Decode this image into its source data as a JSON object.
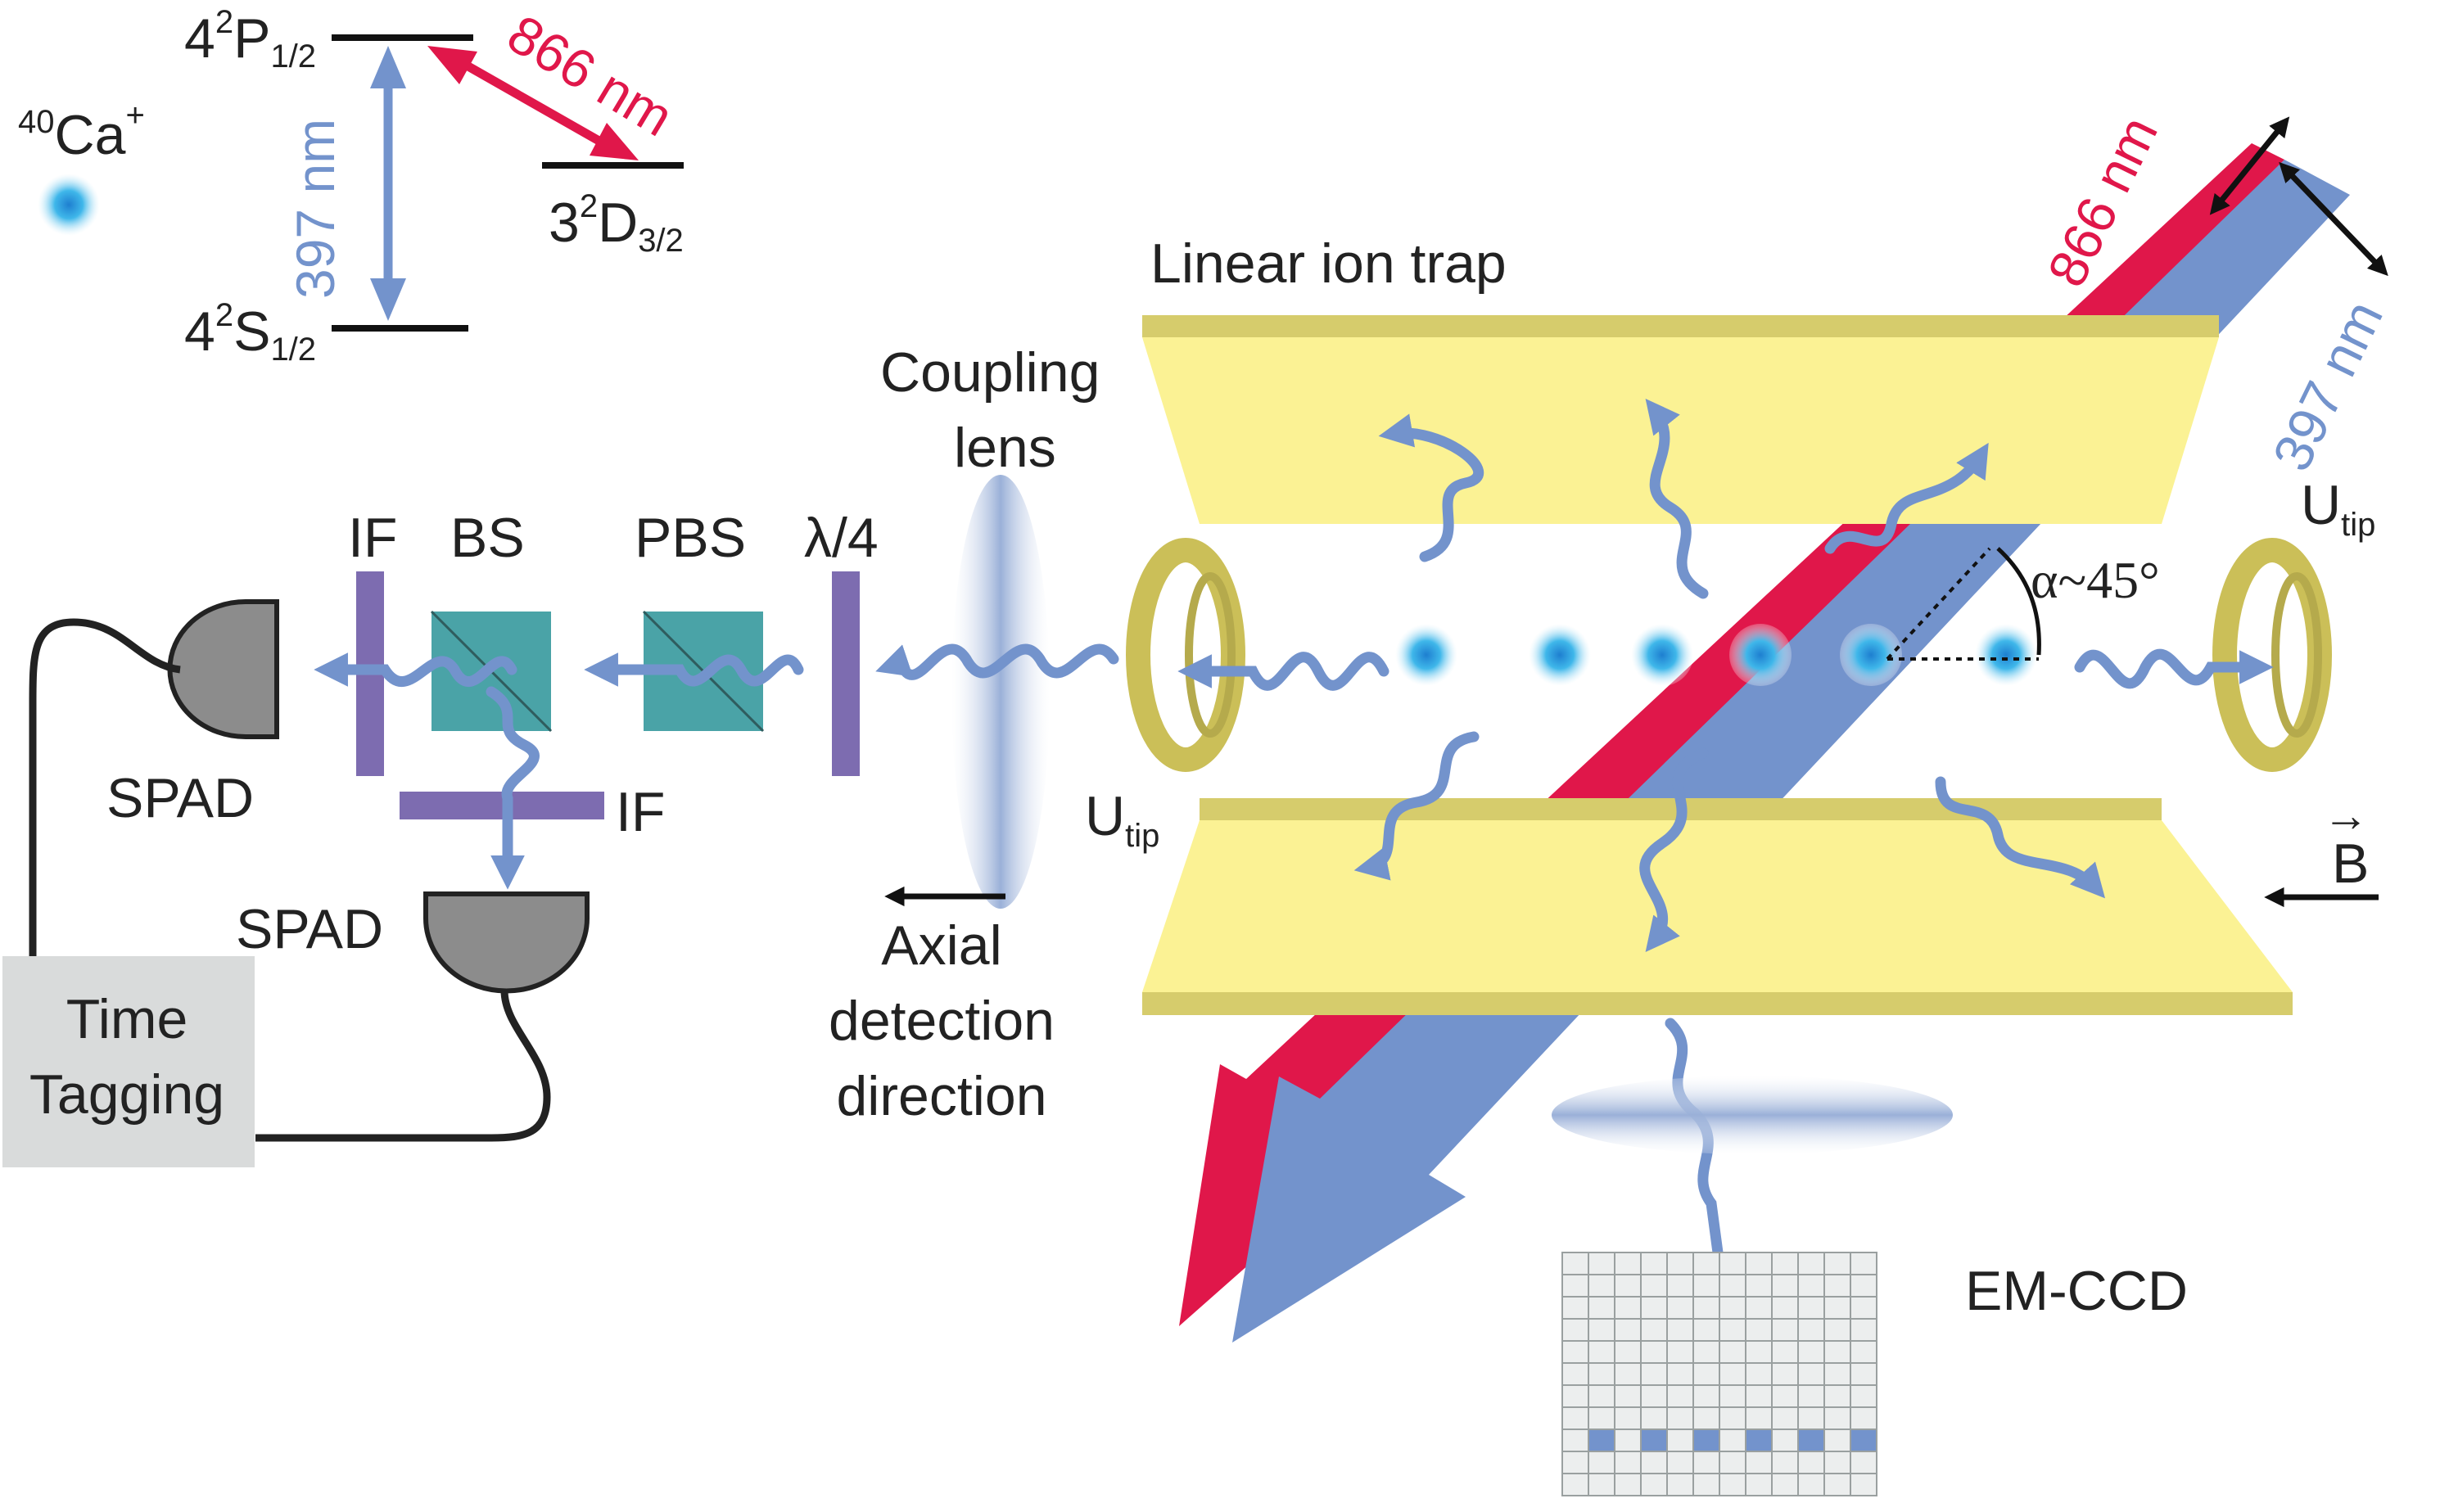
{
  "colors": {
    "blue_laser": "#7393cc",
    "red_laser": "#e0174a",
    "trap_yellow": "#fbf294",
    "trap_edge": "#d6cc6c",
    "ring_gold": "#cbbf58",
    "ion_blue": "#2aaee4",
    "optic_purple": "#7d6cb0",
    "cube_teal": "#4aa3a7",
    "detector_gray": "#8c8c8c",
    "box_gray": "#d9dbdb",
    "ccd_grid": "#eceeee"
  },
  "level_scheme": {
    "ion_sup": "40",
    "ion_main": "Ca",
    "ion_charge": "+",
    "p_level": {
      "main": "4",
      "sup": "2",
      "term": "P",
      "sub": "1/2"
    },
    "s_level": {
      "main": "4",
      "sup": "2",
      "term": "S",
      "sub": "1/2"
    },
    "d_level": {
      "main": "3",
      "sup": "2",
      "term": "D",
      "sub": "3/2"
    },
    "blue_transition": "397 nm",
    "red_transition": "866 nm"
  },
  "beams": {
    "red_label": "866 nm",
    "blue_label": "397 nm"
  },
  "trap": {
    "title": "Linear ion trap",
    "tip_main": "U",
    "tip_sub": "tip",
    "angle_label": "α~45°",
    "field_label": "B",
    "field_arrow": "→"
  },
  "optics": {
    "coupling_lens_line1": "Coupling",
    "coupling_lens_line2": "lens",
    "quarter_wave": "λ/4",
    "pbs": "PBS",
    "bs": "BS",
    "if_top": "IF",
    "if_bottom": "IF",
    "spad_left": "SPAD",
    "spad_bottom": "SPAD",
    "time_tagging_line1": "Time",
    "time_tagging_line2": "Tagging",
    "axial_line1": "Axial",
    "axial_line2": "detection",
    "axial_line3": "direction",
    "camera": "EM-CCD"
  }
}
